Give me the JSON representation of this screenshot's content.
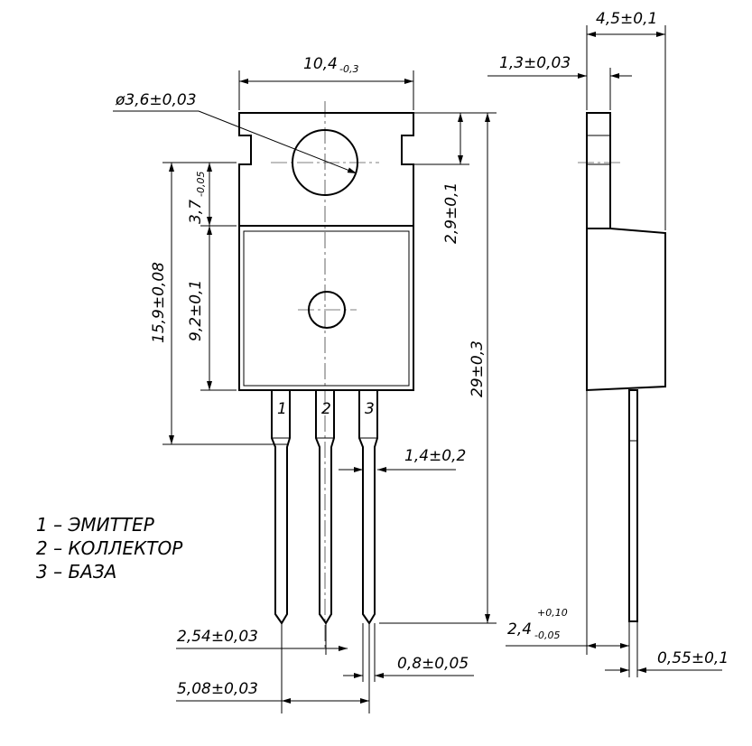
{
  "drawing": {
    "dims": {
      "width_top": "10,4",
      "width_top_tol": "-0,3",
      "hole_diameter": "ø3,6±0,03",
      "tab_height": "3,7",
      "tab_height_tol": "-0,05",
      "body_height_total": "15,9±0,08",
      "body_height": "9,2±0,1",
      "hole_offset": "2,9±0,1",
      "overall_length": "29±0,3",
      "lead_spacing_small": "1,4±0,2",
      "pitch": "2,54±0,03",
      "pitch_double": "5,08±0,03",
      "lead_width": "0,8±0,05",
      "lead_thickness_main": "2,4",
      "lead_thickness_tol_top": "+0,10",
      "lead_thickness_tol_bot": "-0,05",
      "lead_thickness_side": "0,55±0,1",
      "side_thickness": "4,5±0,1",
      "tab_thickness": "1,3±0,03"
    },
    "pin_labels": [
      "1",
      "2",
      "3"
    ]
  },
  "legend": {
    "items": [
      "1 – ЭМИТТЕР",
      "2 – КОЛЛЕКТОР",
      "3 – БАЗА"
    ]
  }
}
